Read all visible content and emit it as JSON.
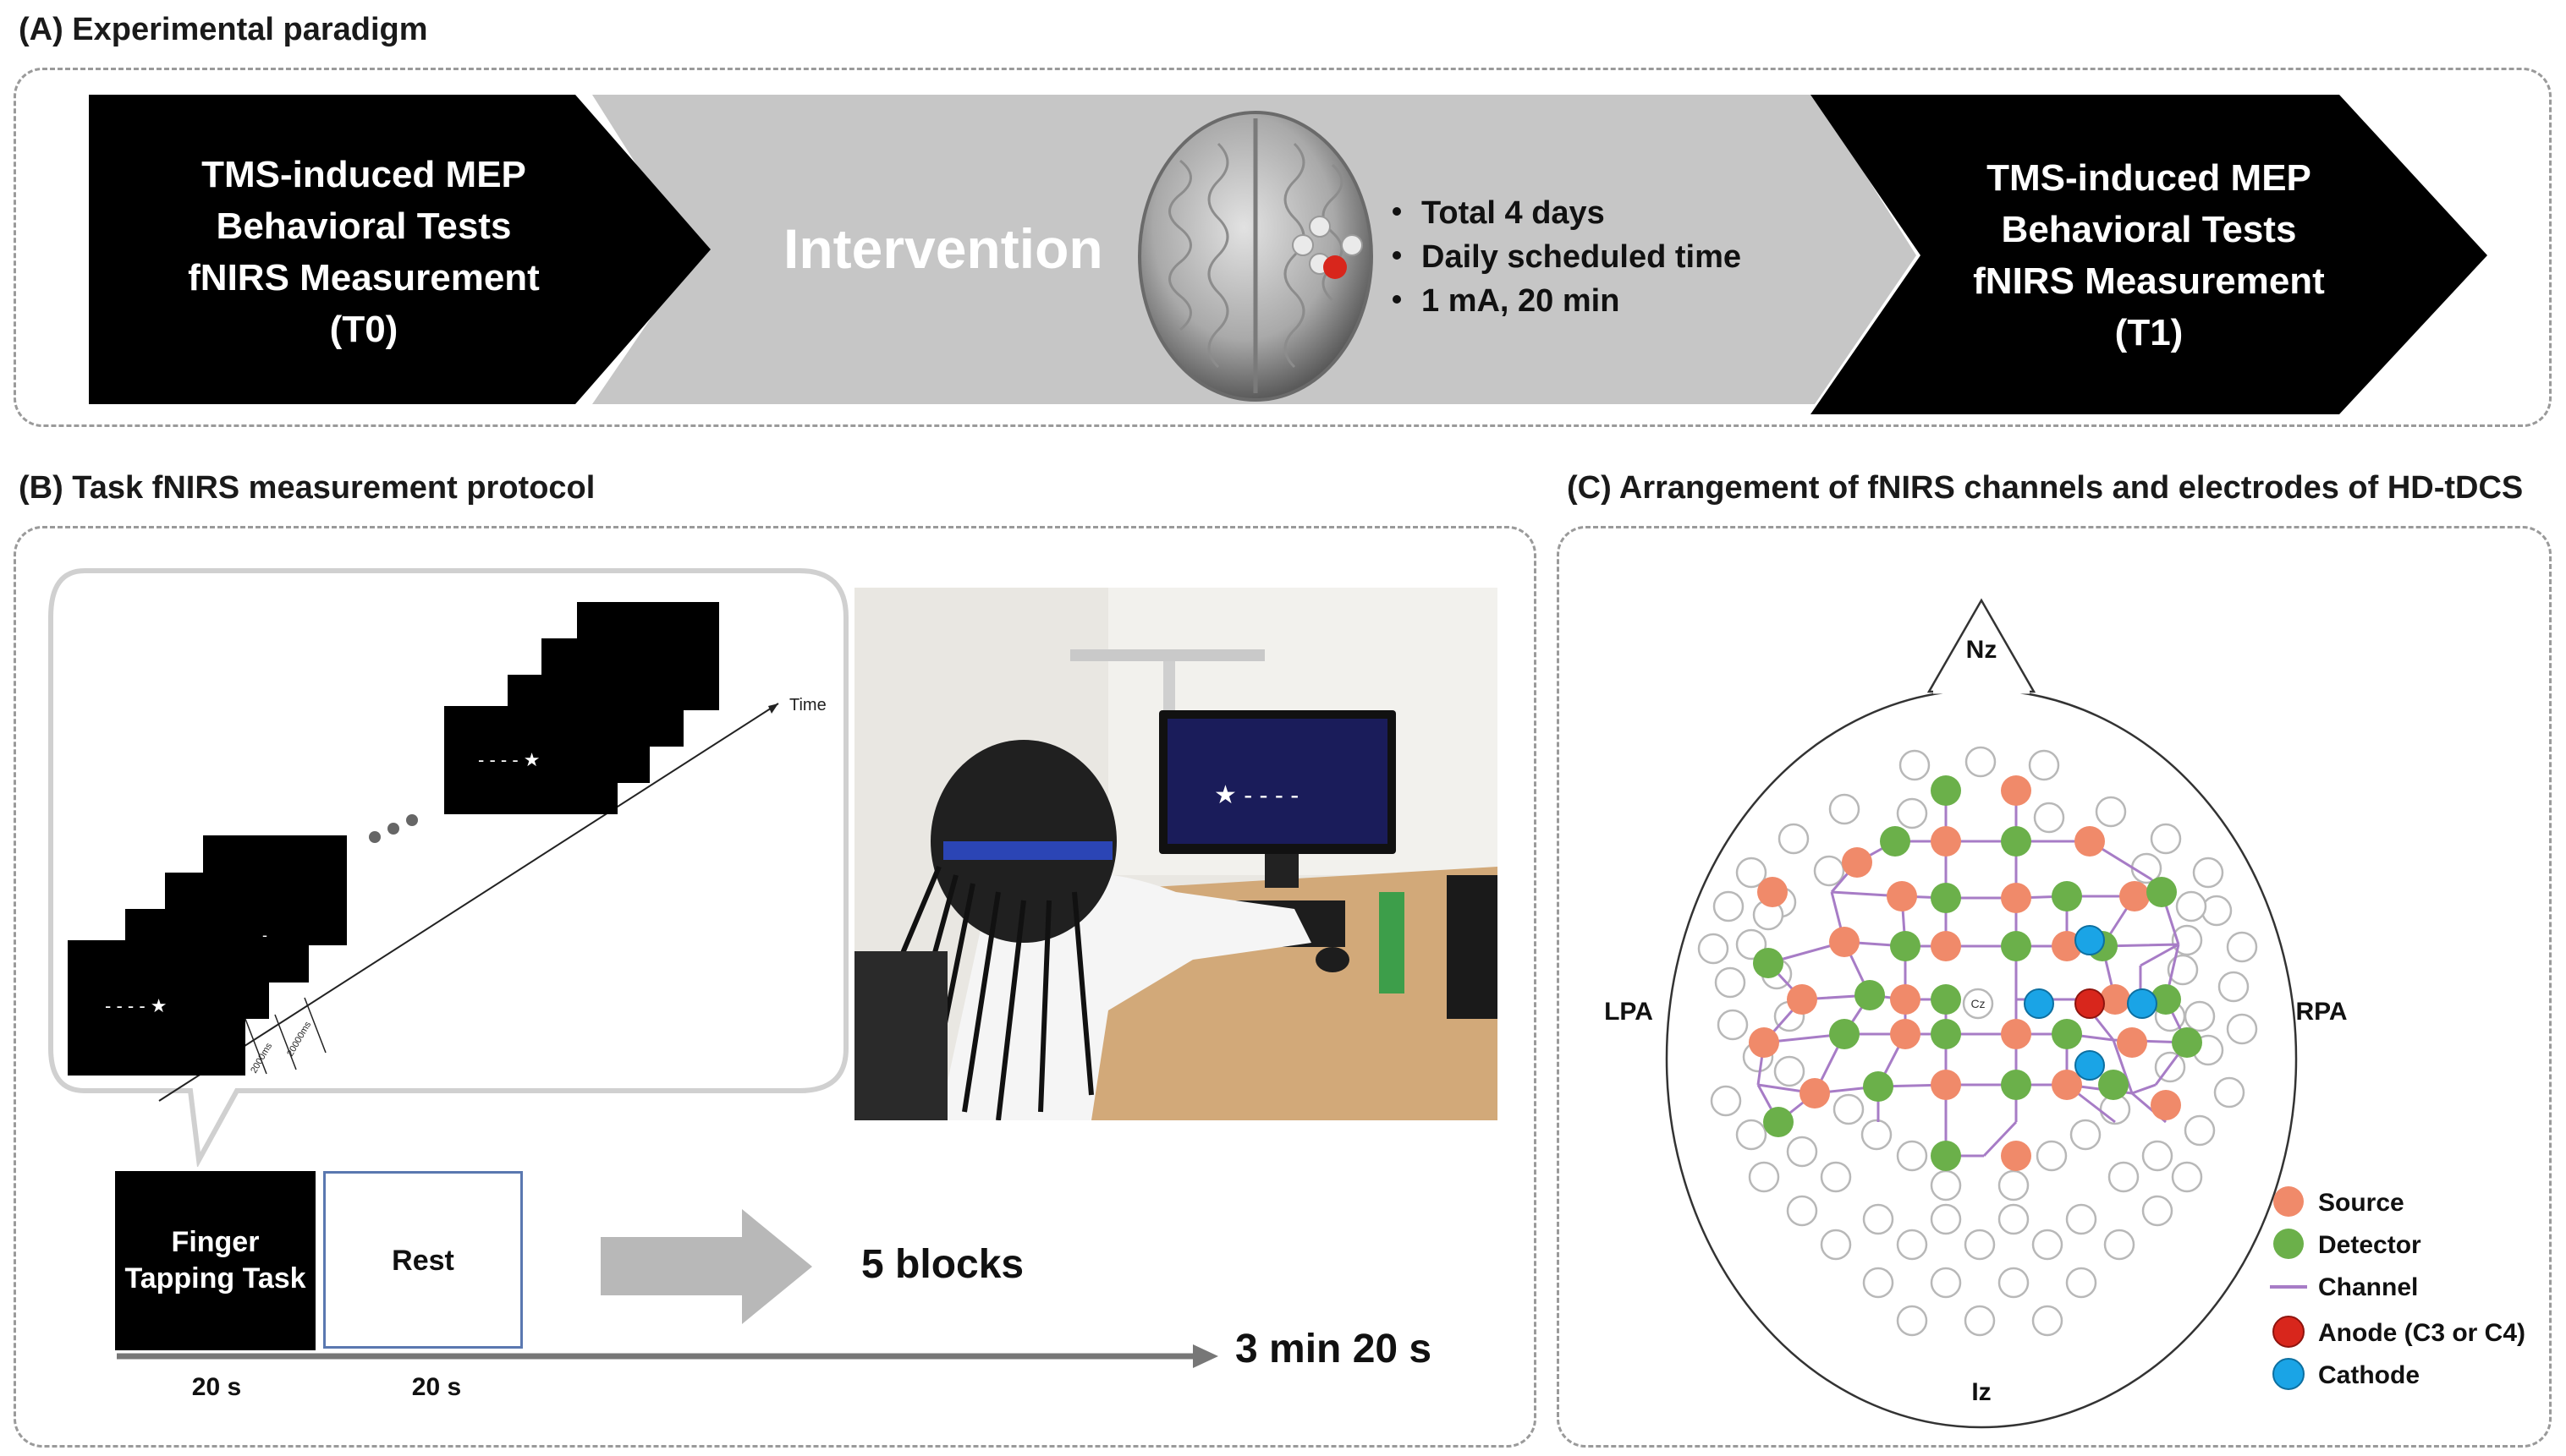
{
  "panelA": {
    "title": "(A) Experimental paradigm",
    "pre": {
      "lines": [
        "TMS-induced MEP",
        "Behavioral Tests",
        "fNIRS Measurement",
        "(T0)"
      ]
    },
    "intervention": "Intervention",
    "bullets": [
      "Total 4 days",
      "Daily scheduled time",
      "1 mA, 20 min"
    ],
    "post": {
      "lines": [
        "TMS-induced MEP",
        "Behavioral Tests",
        "fNIRS Measurement",
        "(T1)"
      ]
    }
  },
  "panelB": {
    "title": "(B) Task fNIRS measurement protocol",
    "time_label": "Time",
    "interval_labels": [
      "2000ms",
      "20000ms"
    ],
    "task_label": [
      "Finger",
      "Tapping Task"
    ],
    "rest_label": "Rest",
    "blocks": "5 blocks",
    "total_time": "3 min 20 s",
    "durations": [
      "20 s",
      "20 s"
    ]
  },
  "panelC": {
    "title": "(C) Arrangement of fNIRS channels and electrodes of HD-tDCS",
    "landmarks": {
      "nz": "Nz",
      "iz": "Iz",
      "lpa": "LPA",
      "rpa": "RPA",
      "cz": "Cz"
    },
    "legend": [
      {
        "label": "Source",
        "color": "#f08a6a"
      },
      {
        "label": "Detector",
        "color": "#6bb04a"
      },
      {
        "label": "Channel",
        "color": "#a77cc6"
      },
      {
        "label": "Anode (C3 or C4)",
        "color": "#d8261c"
      },
      {
        "label": "Cathode",
        "color": "#1aa4e6"
      }
    ]
  }
}
